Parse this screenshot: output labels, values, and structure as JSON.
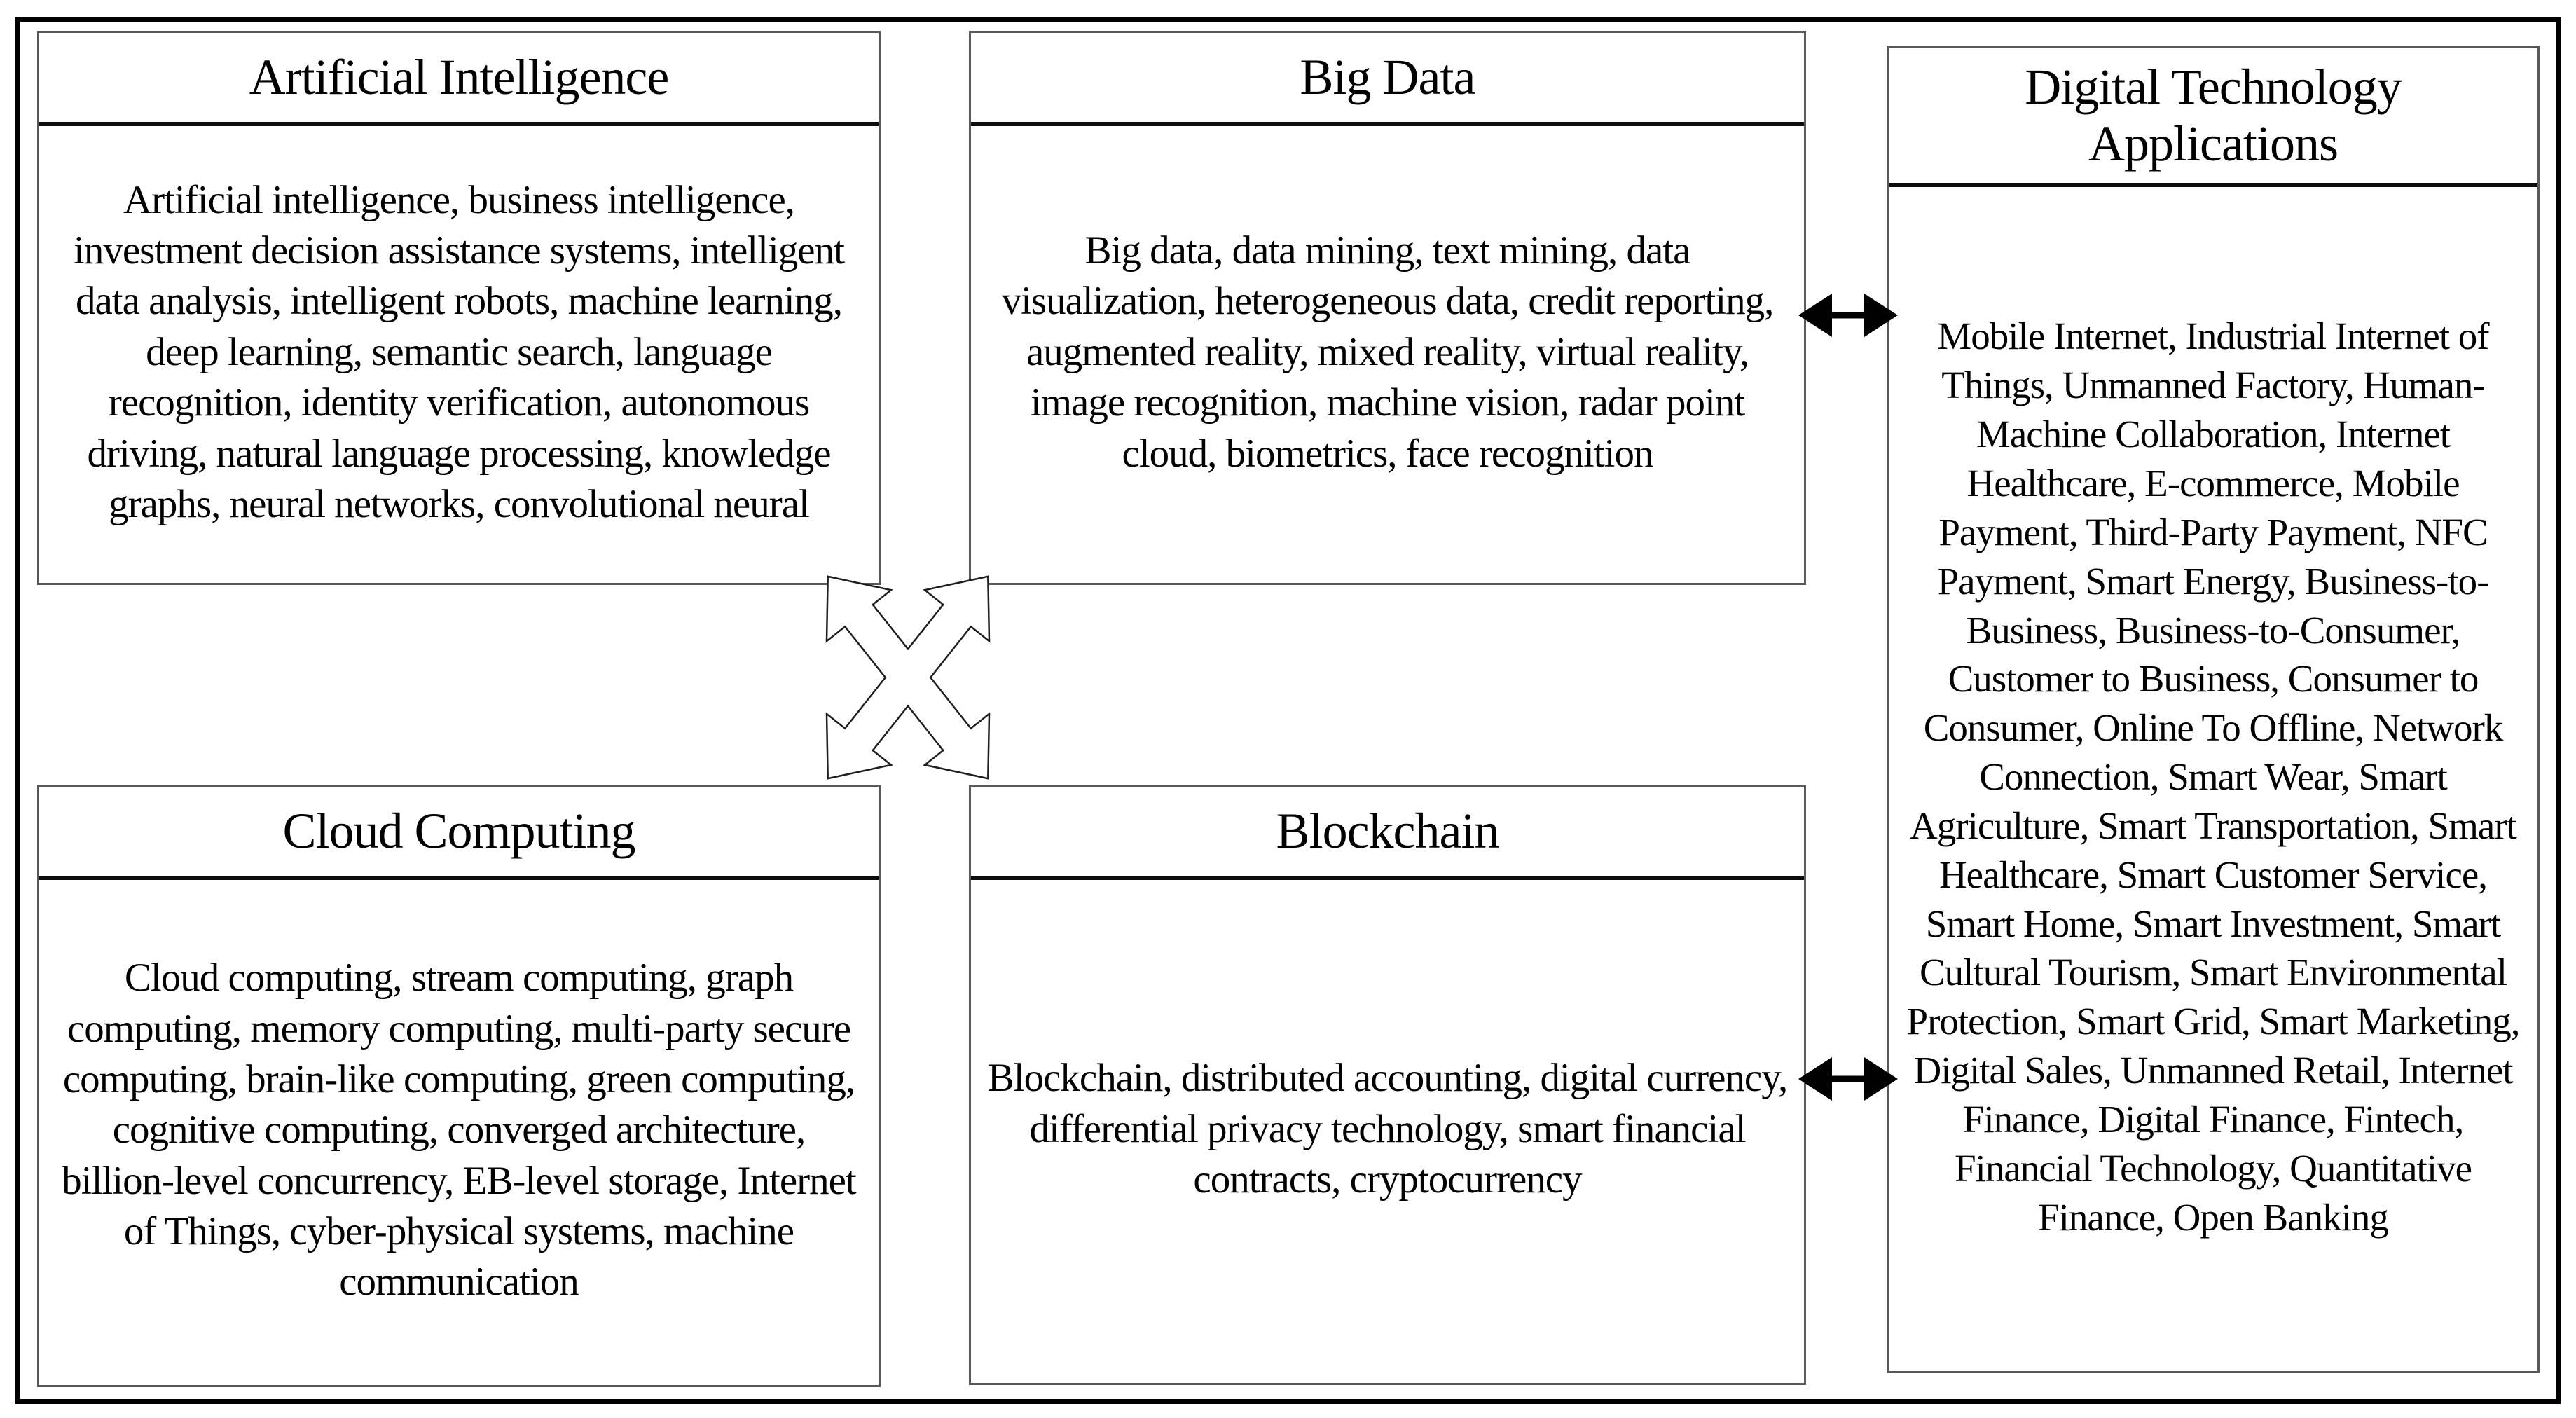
{
  "boxes": [
    {
      "id": "artificial-intelligence",
      "title": "Artificial Intelligence",
      "keywords": "Artificial intelligence, business intelligence, investment decision assistance systems, intelligent data analysis, intelligent robots, machine learning, deep learning, semantic search, language recognition, identity verification, autonomous driving, natural language processing, knowledge graphs, neural networks, convolutional neural"
    },
    {
      "id": "big-data",
      "title": "Big Data",
      "keywords": "Big data, data mining, text mining, data visualization, heterogeneous data, credit reporting, augmented reality, mixed reality, virtual reality, image recognition, machine vision, radar point cloud, biometrics, face recognition"
    },
    {
      "id": "cloud-computing",
      "title": "Cloud Computing",
      "keywords": "Cloud computing, stream computing, graph computing, memory computing, multi-party secure computing, brain-like computing, green computing, cognitive computing, converged architecture, billion-level concurrency, EB-level storage, Internet of Things, cyber-physical systems, machine communication"
    },
    {
      "id": "blockchain",
      "title": "Blockchain",
      "keywords": "Blockchain, distributed accounting, digital currency, differential privacy technology, smart financial contracts, cryptocurrency"
    },
    {
      "id": "digital-technology-applications",
      "title": "Digital Technology Applications",
      "keywords": "Mobile Internet, Industrial Internet of Things, Unmanned Factory, Human-Machine Collaboration, Internet Healthcare, E-commerce, Mobile Payment, Third-Party Payment, NFC Payment, Smart Energy, Business-to-Business, Business-to-Consumer, Customer to Business, Consumer to Consumer, Online To Offline, Network Connection, Smart Wear, Smart Agriculture, Smart Transportation, Smart Healthcare, Smart Customer Service, Smart Home, Smart Investment, Smart Cultural Tourism, Smart Environmental Protection, Smart Grid, Smart Marketing, Digital Sales, Unmanned Retail, Internet Finance, Digital Finance, Fintech, Financial Technology, Quantitative Finance, Open Banking"
    }
  ],
  "icons": {
    "center": "four-way-diagonal-arrows-icon",
    "links": "double-headed-horizontal-arrow"
  },
  "colors": {
    "background": "#ffffff",
    "text": "#000000",
    "box_border": "#595959",
    "outer_border": "#000000"
  }
}
